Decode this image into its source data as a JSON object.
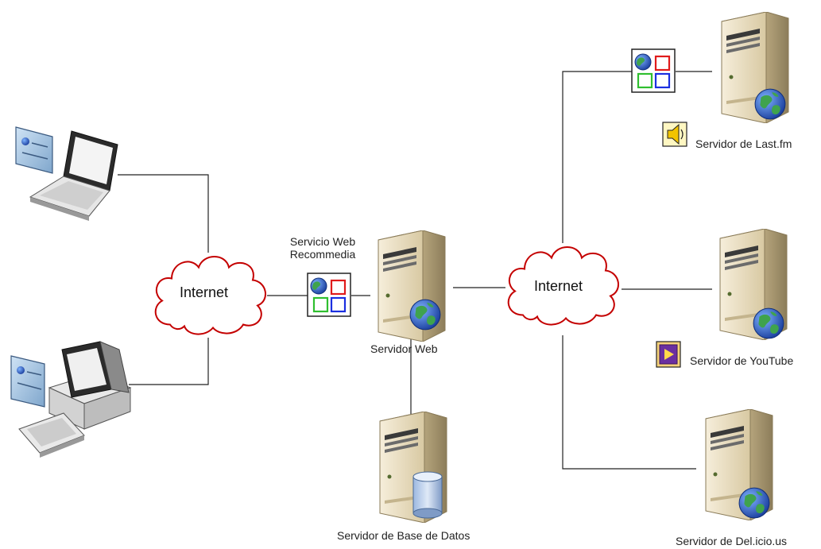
{
  "diagram": {
    "clouds": {
      "left": "Internet",
      "right": "Internet"
    },
    "labels": {
      "web_service_line1": "Servicio Web",
      "web_service_line2": "Recommedia",
      "web_server": "Servidor Web",
      "database_server": "Servidor de Base de Datos",
      "lastfm_server": "Servidor de Last.fm",
      "youtube_server": "Servidor de YouTube",
      "delicious_server": "Servidor de Del.icio.us"
    },
    "icons": {
      "laptop": "laptop-icon",
      "desktop": "desktop-computer-icon",
      "server": "server-tower-icon",
      "globe": "globe-icon",
      "database": "database-icon",
      "speaker": "speaker-icon",
      "video": "video-play-icon",
      "web_service": "web-service-icon"
    },
    "colors": {
      "line": "#222222",
      "cloud_stroke": "#cc0000",
      "server_body": "#e8dcc0",
      "server_shadow": "#a89a78",
      "globe_blue": "#1f4fbf",
      "globe_green": "#2f9a3a"
    }
  }
}
